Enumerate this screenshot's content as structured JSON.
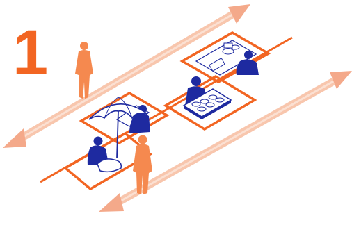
{
  "step_number": "1",
  "colors": {
    "accent": "#f26522",
    "accent_light": "#f8b99b",
    "figure_orange": "#f5894f",
    "figure_blue": "#1e2aa0",
    "outline": "#1e2aa0",
    "background": "#ffffff"
  },
  "icons": [
    "vendor-figure",
    "pedestrian-figure",
    "beach-umbrella",
    "market-stall",
    "double-arrow"
  ]
}
